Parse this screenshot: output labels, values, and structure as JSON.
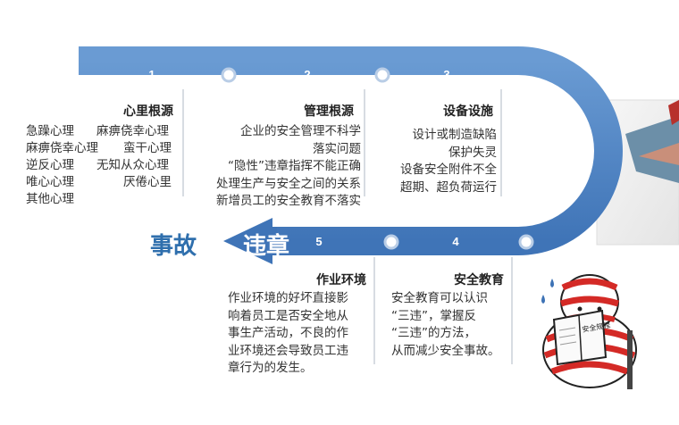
{
  "colors": {
    "band": "#4e84c4",
    "band_dark": "#3d72b5",
    "title_blue": "#2f6fad",
    "text": "#333333"
  },
  "steps": [
    {
      "number": "1",
      "title": "心里根源",
      "lines": [
        "急躁心理",
        "麻痹侥幸心理",
        "麻痹侥幸心理",
        "蛮干心理",
        "逆反心理",
        "无知从众心理",
        "唯心心理",
        "厌倦心里",
        "其他心理"
      ]
    },
    {
      "number": "2",
      "title": "管理根源",
      "lines": [
        "企业的安全管理不科学",
        "落实问题",
        "“隐性”违章指挥不能正确",
        "处理生产与安全之间的关系",
        "新增员工的安全教育不落实"
      ]
    },
    {
      "number": "3",
      "title": "设备设施",
      "lines": [
        "设计或制造缺陷",
        "保护失灵",
        "设备安全附件不全",
        "超期、超负荷运行"
      ]
    },
    {
      "number": "4",
      "title": "安全教育",
      "lines": [
        "安全教育可以认识",
        "“三违”，掌握反",
        "“三违”的方法，",
        "从而减少安全事故。"
      ]
    },
    {
      "number": "5",
      "title": "作业环境",
      "lines": [
        "作业环境的好坏直接影",
        "响着员工是否安全地从",
        "事生产活动，不良的作",
        "业环境还会导致员工违",
        "章行为的发生。"
      ]
    }
  ],
  "arrow_label": "违章",
  "result_label": "事故",
  "cartoon_book_text": "安全规程"
}
